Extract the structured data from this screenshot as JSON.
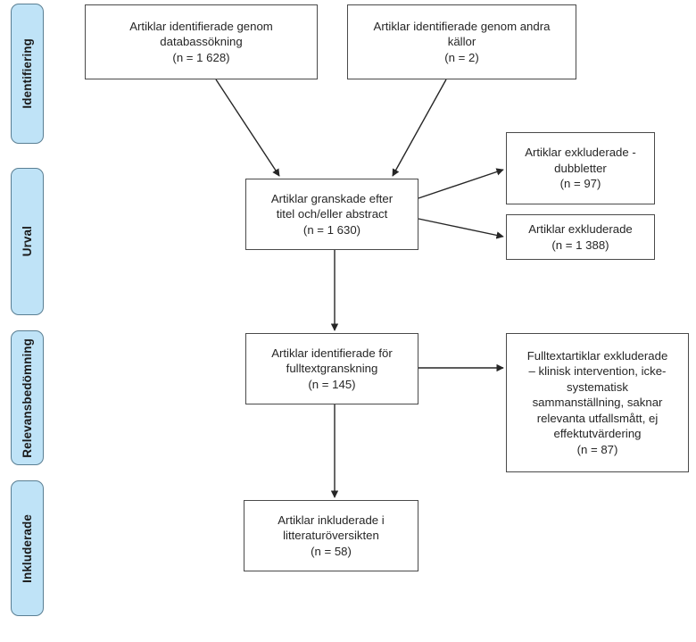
{
  "diagram": {
    "type": "prisma-flow-diagram",
    "language": "sv",
    "colors": {
      "phase_tab_fill": "#bfe3f7",
      "phase_tab_border": "#5a7f93",
      "box_border": "#4a4a4a",
      "box_fill": "#ffffff",
      "connector": "#262626",
      "text": "#262626",
      "background": "#ffffff"
    },
    "phases": [
      {
        "id": "identifiering",
        "label": "Identifiering"
      },
      {
        "id": "urval",
        "label": "Urval"
      },
      {
        "id": "relevansbedomning",
        "label": "Relevansbedömning"
      },
      {
        "id": "inkluderade",
        "label": "Inkluderade"
      }
    ],
    "boxes": [
      {
        "id": "records-database",
        "phase": "identifiering",
        "text": "Artiklar identifierade genom\ndatabassökning\n(n = 1 628)",
        "count_label": "(n = 1 628)",
        "count": 1628
      },
      {
        "id": "records-other-sources",
        "phase": "identifiering",
        "text": "Artiklar identifierade genom andra\nkällor\n(n = 2)",
        "count_label": "(n = 2)",
        "count": 2
      },
      {
        "id": "records-screened",
        "phase": "urval",
        "text": "Artiklar granskade efter\ntitel och/eller abstract\n(n = 1 630)",
        "count_label": "(n = 1 630)",
        "count": 1630
      },
      {
        "id": "excluded-duplicates",
        "phase": "urval",
        "text": "Artiklar exkluderade -\ndubbletter\n(n = 97)",
        "count_label": "(n = 97)",
        "count": 97
      },
      {
        "id": "excluded-screening",
        "phase": "urval",
        "text": "Artiklar exkluderade\n(n = 1 388)",
        "count_label": "(n = 1 388)",
        "count": 1388
      },
      {
        "id": "fulltext-assessed",
        "phase": "relevansbedomning",
        "text": "Artiklar identifierade för\nfulltextgranskning\n(n = 145)",
        "count_label": "(n = 145)",
        "count": 145
      },
      {
        "id": "fulltext-excluded",
        "phase": "relevansbedomning",
        "text": "Fulltextartiklar exkluderade\n– klinisk intervention, icke-\nsystematisk\nsammanställning, saknar\nrelevanta utfallsmått, ej\neffektutvärdering\n(n = 87)",
        "count_label": "(n = 87)",
        "count": 87
      },
      {
        "id": "studies-included",
        "phase": "inkluderade",
        "text": "Artiklar inkluderade i\nlitteraturöversikten\n(n = 58)",
        "count_label": "(n = 58)",
        "count": 58
      }
    ],
    "connectors": [
      {
        "id": "db-to-screened",
        "from": "records-database",
        "to": "records-screened",
        "kind": "arrow-diagonal"
      },
      {
        "id": "other-to-screened",
        "from": "records-other-sources",
        "to": "records-screened",
        "kind": "arrow-diagonal"
      },
      {
        "id": "screened-to-duplicates",
        "from": "records-screened",
        "to": "excluded-duplicates",
        "kind": "arrow-diagonal"
      },
      {
        "id": "screened-to-excluded",
        "from": "records-screened",
        "to": "excluded-screening",
        "kind": "arrow-diagonal"
      },
      {
        "id": "screened-to-fulltext",
        "from": "records-screened",
        "to": "fulltext-assessed",
        "kind": "arrow-vertical"
      },
      {
        "id": "fulltext-to-excluded",
        "from": "fulltext-assessed",
        "to": "fulltext-excluded",
        "kind": "arrow-horizontal"
      },
      {
        "id": "fulltext-to-included",
        "from": "fulltext-assessed",
        "to": "studies-included",
        "kind": "arrow-vertical"
      }
    ]
  }
}
